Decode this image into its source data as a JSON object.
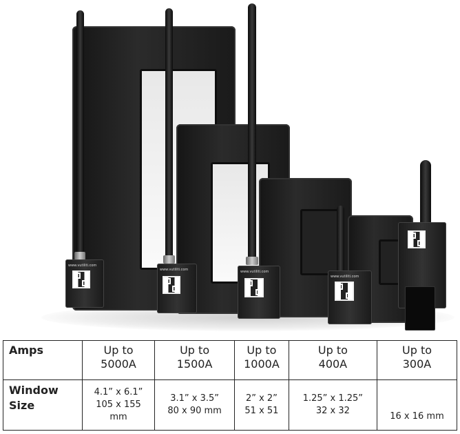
{
  "photo": {
    "module_url": "www.vutiliti.com"
  },
  "table": {
    "rows": [
      {
        "label": "Amps",
        "cells": [
          [
            "Up to",
            "5000A"
          ],
          [
            "Up to",
            "1500A"
          ],
          [
            "Up to",
            "1000A"
          ],
          [
            "Up to",
            "400A"
          ],
          [
            "Up to",
            "300A"
          ]
        ]
      },
      {
        "label": [
          "Window",
          "Size"
        ],
        "cells": [
          [
            "4.1” x 6.1”",
            "105 x 155",
            "mm"
          ],
          [
            "3.1” x 3.5”",
            "80 x 90 mm"
          ],
          [
            "2” x 2”",
            "51 x 51"
          ],
          [
            "1.25” x 1.25”",
            "32 x 32"
          ],
          [
            "16 x 16 mm"
          ]
        ]
      }
    ]
  }
}
